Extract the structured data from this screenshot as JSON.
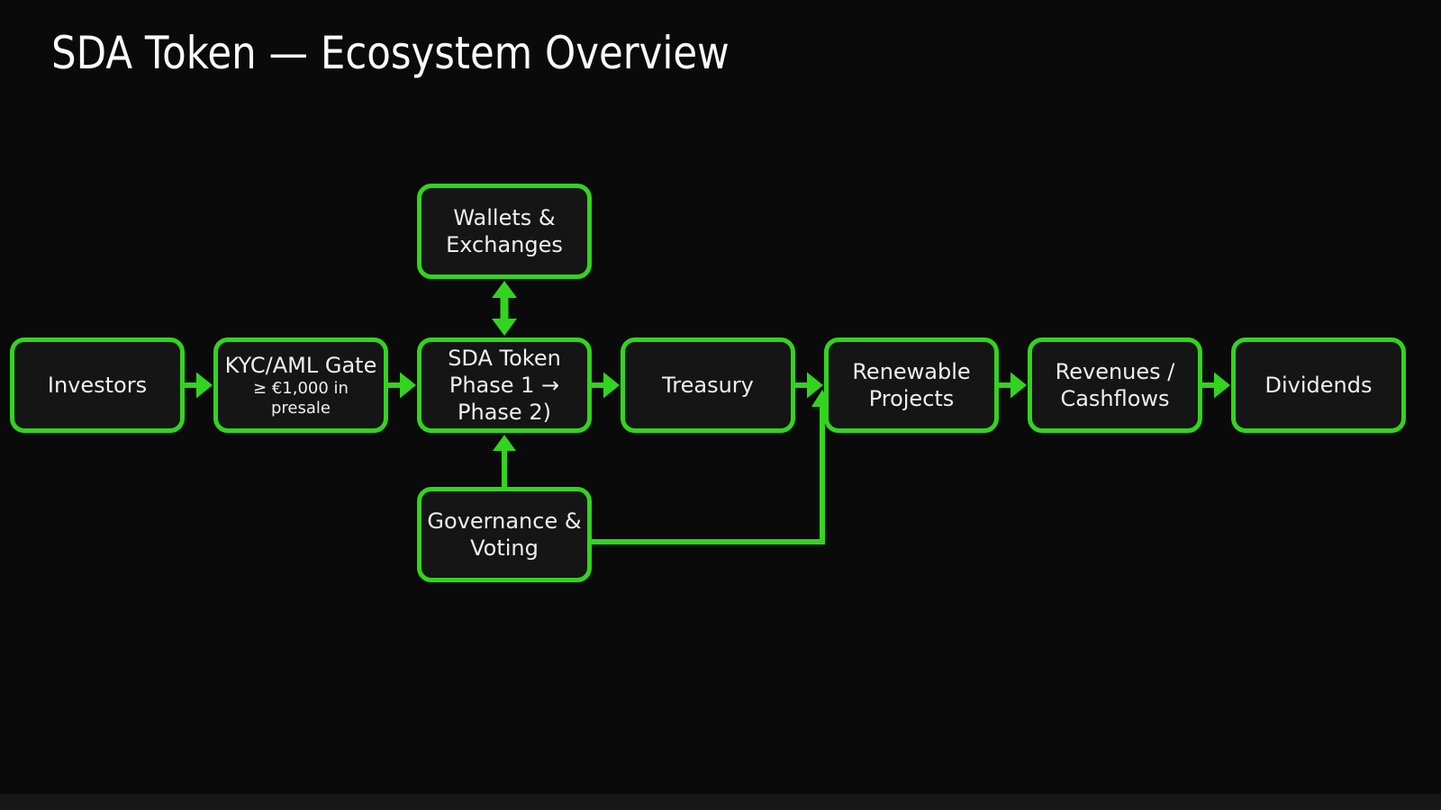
{
  "title": "SDA Token — Ecosystem Overview",
  "theme": {
    "background": "#0a0a0a",
    "node_fill": "#151515",
    "accent_green": "#32d41f",
    "text_color": "#efefef"
  },
  "diagram": {
    "type": "flowchart",
    "nodes": {
      "investors": {
        "label": "Investors"
      },
      "kyc_gate": {
        "label": "KYC/AML Gate",
        "sublabel": "≥ €1,000 in presale"
      },
      "wallets": {
        "label": "Wallets & Exchanges"
      },
      "sda_token": {
        "label": "SDA Token",
        "sublabel": "Phase 1 → Phase 2)"
      },
      "treasury": {
        "label": "Treasury"
      },
      "governance": {
        "label": "Governance & Voting"
      },
      "renewable": {
        "label": "Renewable Projects"
      },
      "revenues": {
        "label": "Revenues / Cashflows"
      },
      "dividends": {
        "label": "Dividends"
      }
    },
    "edges": [
      {
        "from": "Investors",
        "to": "KYC/AML Gate",
        "direction": "right"
      },
      {
        "from": "KYC/AML Gate",
        "to": "SDA Token",
        "direction": "right"
      },
      {
        "from": "Wallets & Exchanges",
        "to": "SDA Token",
        "direction": "bidirectional-vertical"
      },
      {
        "from": "SDA Token",
        "to": "Treasury",
        "direction": "right"
      },
      {
        "from": "Treasury",
        "to": "Renewable Projects",
        "direction": "right"
      },
      {
        "from": "Governance & Voting",
        "to": "SDA Token",
        "direction": "up"
      },
      {
        "from": "Governance & Voting",
        "to": "Renewable Projects",
        "direction": "elbow-right-up"
      },
      {
        "from": "Renewable Projects",
        "to": "Revenues / Cashflows",
        "direction": "right"
      },
      {
        "from": "Revenues / Cashflows",
        "to": "Dividends",
        "direction": "right"
      }
    ]
  }
}
